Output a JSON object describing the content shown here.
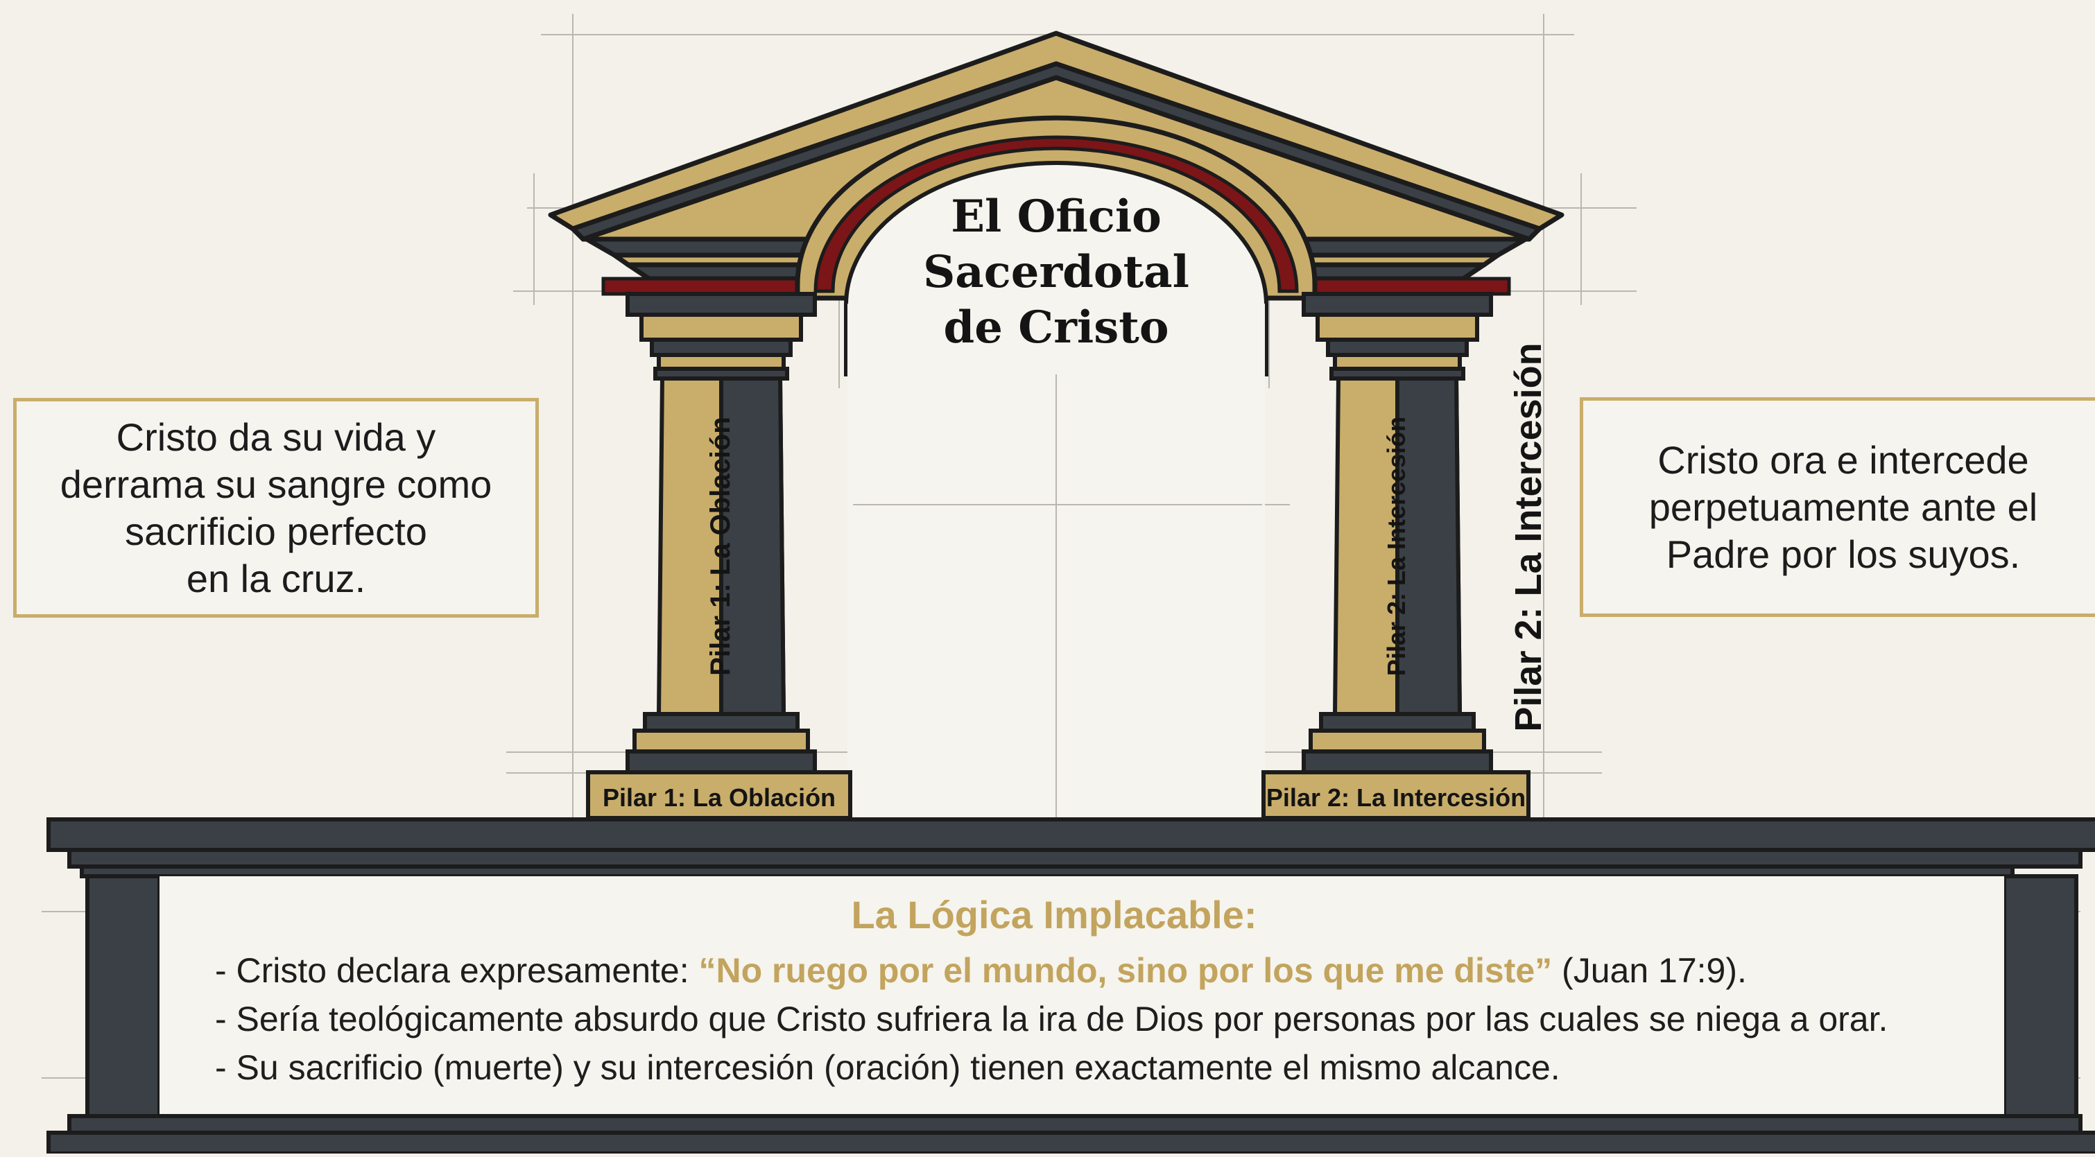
{
  "title_lines": [
    "El Oficio",
    "Sacerdotal",
    "de Cristo"
  ],
  "pillar_left": {
    "shaft_label": "Pilar 1: La Oblación",
    "base_label": "Pilar 1: La Oblación"
  },
  "pillar_right": {
    "shaft_label": "Pilar 2: La Intercesión",
    "base_label": "Pilar 2: La Intercesión",
    "side_label": "Pilar 2: La Intercesión"
  },
  "callout_left": "Cristo da su vida y\nderrama su sangre como\nsacrificio perfecto\nen la cruz.",
  "callout_right": "Cristo ora e intercede\nperpetuamente ante el\nPadre por los suyos.",
  "logic": {
    "title": "La Lógica Implacable:",
    "line1_prefix": "- Cristo declara expresamente: ",
    "line1_quote": "“No ruego por el mundo, sino por los que me diste”",
    "line1_suffix": " (Juan 17:9).",
    "line2": "- Sería teológicamente absurdo que Cristo sufriera la ira de Dios por personas por las cuales se niega a orar.",
    "line3": "- Su sacrificio (muerte) y su intercesión (oración) tienen exactamente el mismo alcance."
  },
  "colors": {
    "gold": "#c9ad6b",
    "gold_text": "#c3a45e",
    "slate": "#3a4046",
    "crimson": "#7c1518",
    "background": "#f3f1ea"
  }
}
